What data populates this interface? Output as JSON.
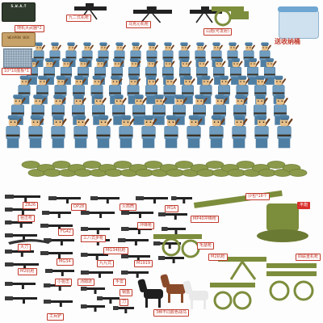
{
  "palette": {
    "uniform": "#6f9cbf",
    "uniform_dark": "#4f7ea3",
    "face": "#e9c089",
    "rifle": "#6e3f1d",
    "sandbag": "#8a9a4a",
    "weapon": "#222222",
    "olive": "#7c8d3c",
    "label_red": "#d9302c"
  },
  "box": {
    "swat_label": "S.W.A.T",
    "weapon_label": "WEAPON BOX"
  },
  "labels": {
    "top_gun_1": "九二式机枪",
    "top_gun_2": "马克沁机枪",
    "mountain_gun": "山炮(可发射)",
    "random_box": "随机大武器*2",
    "plate_size": "10*10底板*1",
    "bucket": "送收纳桶",
    "zb26": "ZB26",
    "dp28": "DP28",
    "bazooka": "火箭筒",
    "m1a": "M1A",
    "sniper": "狙击枪",
    "fg42": "FG42",
    "japan_rifle": "三八式步枪",
    "sub_mg": "冲锋枪",
    "saber": "大刀",
    "mg34": "MG34",
    "mg34_gun": "MG34机枪",
    "m1919": "M1919",
    "type99": "九九式",
    "m2_heavy": "M2机枪",
    "shabag": "沙包*18个",
    "mp40": "MP40冲锋枪",
    "mauser": "毛瑟枪",
    "flak": "平炮",
    "m2_mg": "M2机枪",
    "four_barrel": "四联重机枪",
    "horses": "3种不同颜色战马",
    "small_sniper": "小狙击",
    "tommy": "汤姆逊",
    "grenade": "手雷",
    "knife": "刀",
    "helmet": "钢盔",
    "shovel": "工兵铲"
  }
}
